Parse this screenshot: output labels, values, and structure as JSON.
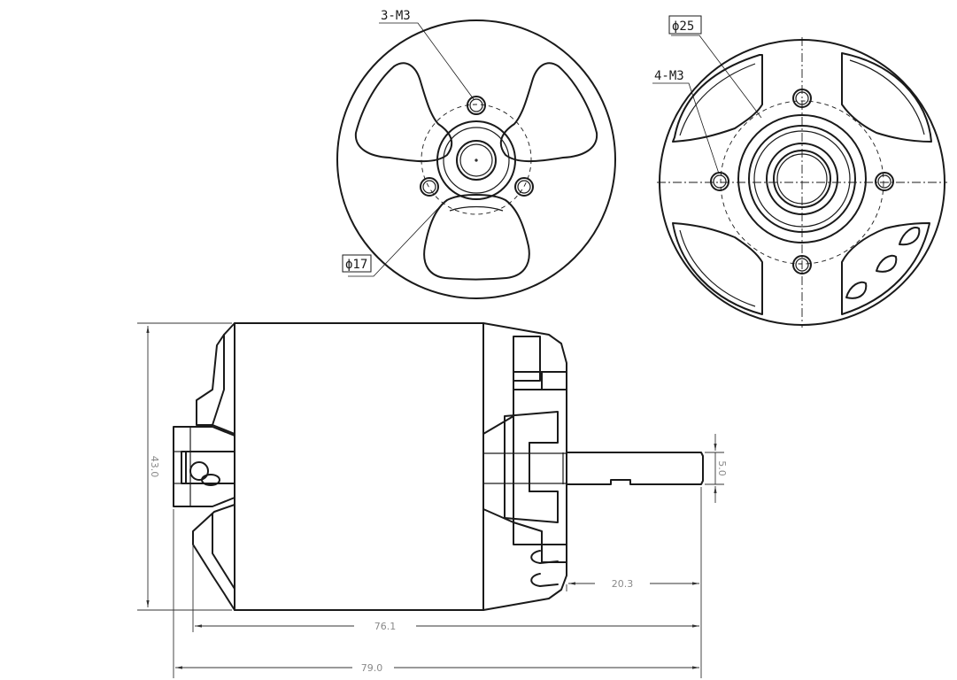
{
  "front_view": {
    "thread_callout": "3-M3",
    "bolt_circle": "ϕ17"
  },
  "rear_view": {
    "thread_callout": "4-M3",
    "bolt_circle": "ϕ25"
  },
  "side_view": {
    "diameter_dim": "43.0",
    "shaft_diameter_dim": "5.0",
    "shaft_length_dim": "20.3",
    "body_length_dim": "76.1",
    "overall_length_dim": "79.0"
  }
}
